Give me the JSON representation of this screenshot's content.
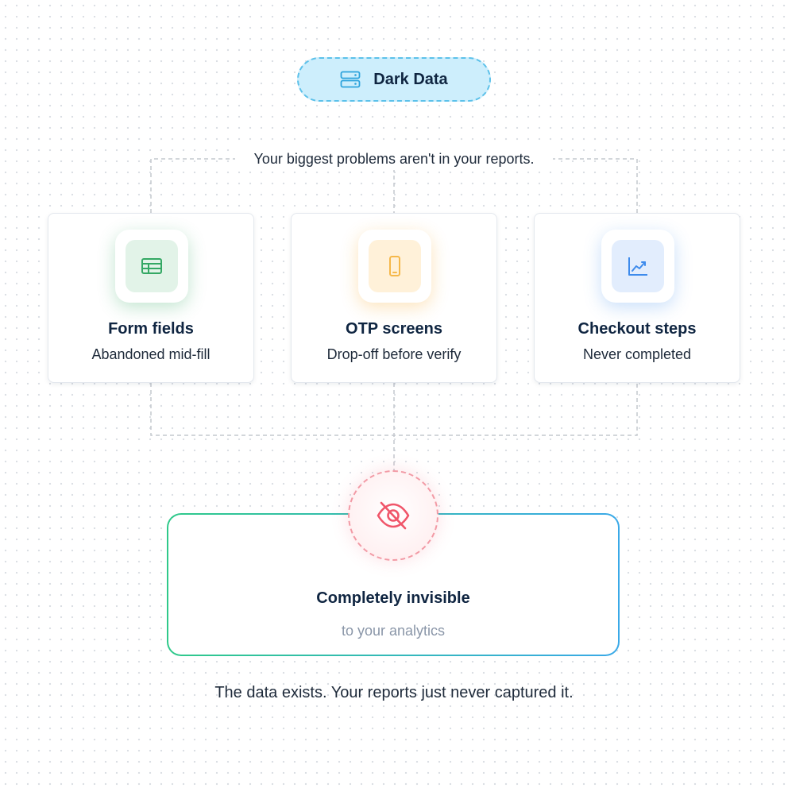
{
  "badge": {
    "label": "Dark Data",
    "icon": "server-stack-icon"
  },
  "tagline": "Your biggest problems aren't in your reports.",
  "cards": [
    {
      "title": "Form fields",
      "subtitle": "Abandoned mid-fill",
      "icon": "table-form-icon",
      "accent": "#34a864"
    },
    {
      "title": "OTP screens",
      "subtitle": "Drop-off before verify",
      "icon": "mobile-phone-icon",
      "accent": "#f5b84a"
    },
    {
      "title": "Checkout steps",
      "subtitle": "Never completed",
      "icon": "line-chart-icon",
      "accent": "#3e8bec"
    }
  ],
  "result": {
    "title": "Completely invisible",
    "subtitle": "to your analytics",
    "icon": "eye-off-icon",
    "accent": "#f0566a"
  },
  "footer": "The data exists. Your reports just never captured it.",
  "colors": {
    "gradient_start": "#2fc98a",
    "gradient_end": "#3aa9e8",
    "badge_fill": "#cdeefc",
    "badge_border": "#5cc1ea",
    "connector": "#c4c8ce"
  }
}
